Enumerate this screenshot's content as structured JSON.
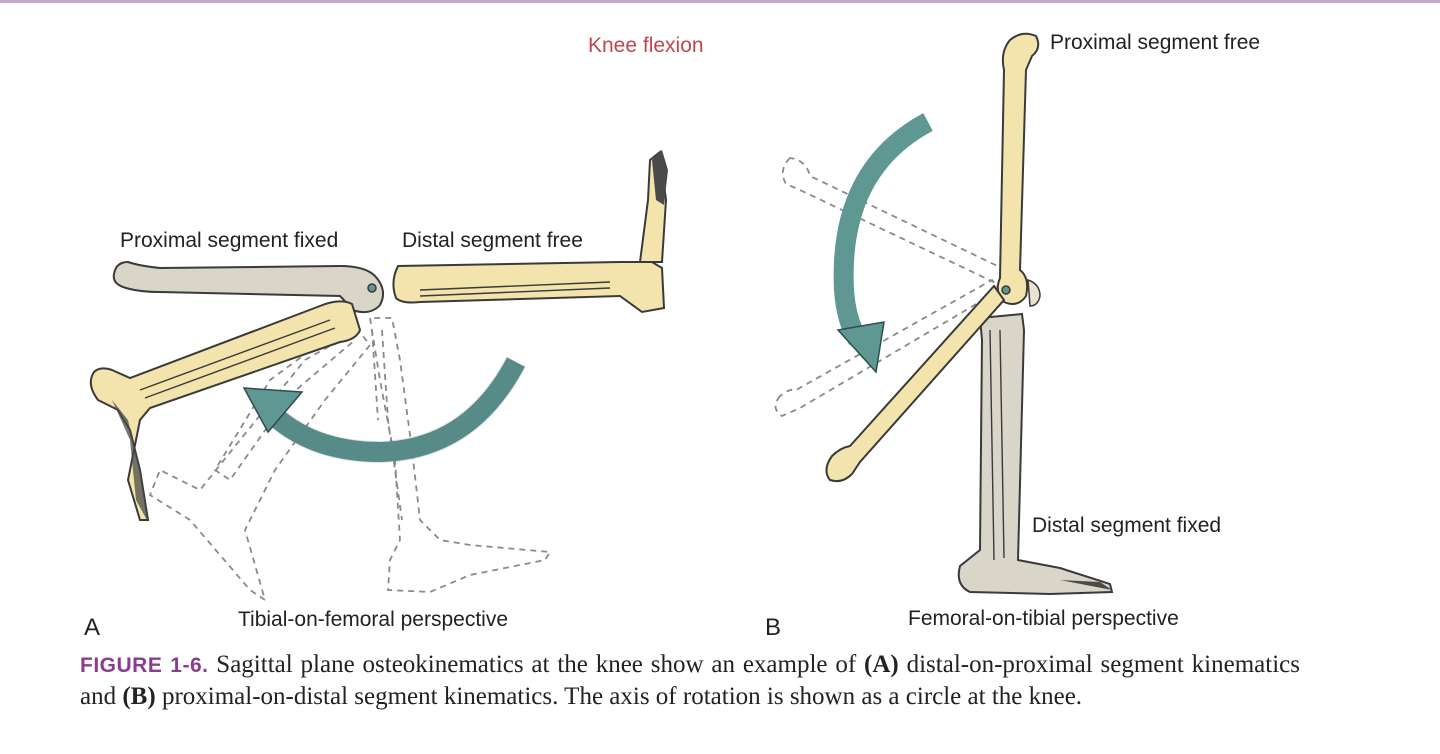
{
  "diagram": {
    "title": "Knee flexion",
    "panel_a": {
      "letter": "A",
      "proximal_label": "Proximal segment fixed",
      "distal_label": "Distal segment free",
      "perspective": "Tibial-on-femoral perspective"
    },
    "panel_b": {
      "letter": "B",
      "proximal_label": "Proximal segment free",
      "distal_label": "Distal segment fixed",
      "perspective": "Femoral-on-tibial perspective"
    }
  },
  "caption": {
    "figure_number": "FIGURE 1-6.",
    "text_1": " Sagittal plane osteokinematics at the knee show an example of ",
    "a_marker": "(A)",
    "text_2": " distal-on-proximal segment kinematics and ",
    "b_marker": "(B)",
    "text_3": " proximal-on-distal segment kinematics. The axis of rotation is shown as a circle at the knee."
  },
  "colors": {
    "moving_bone": "#f2e4ac",
    "fixed_bone": "#d9d5c9",
    "bone_outline": "#3a3a3a",
    "arrow": "#5f9792",
    "title": "#c0474f",
    "figure_number": "#8a3d8f"
  }
}
